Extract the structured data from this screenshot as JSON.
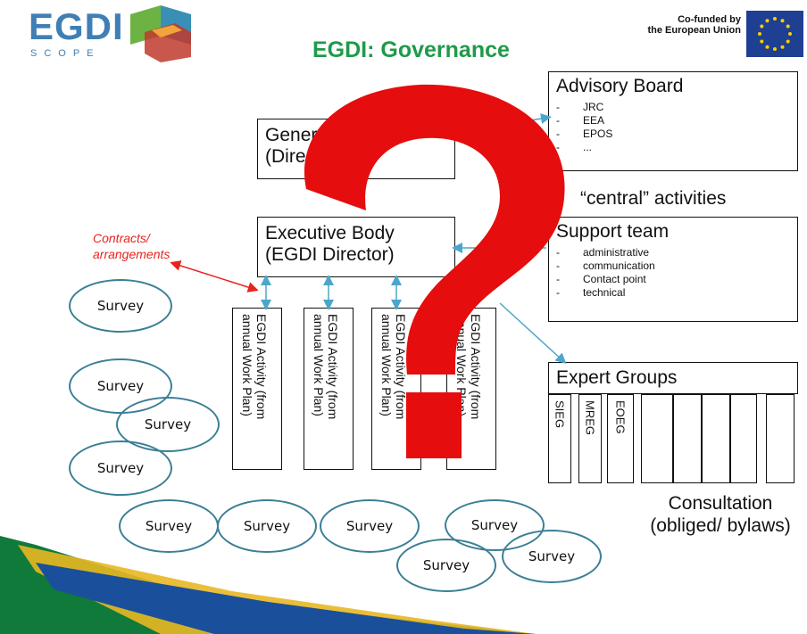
{
  "header": {
    "logo_text": "EGDI",
    "logo_subtext": "SCOPE",
    "title": "EGDI: Governance",
    "eu_text_line1": "Co-funded by",
    "eu_text_line2": "the European Union",
    "eu_flag_icon": "eu-flag-icon"
  },
  "advisory_board": {
    "title": "Advisory Board",
    "items": [
      "JRC",
      "EEA",
      "EPOS",
      "..."
    ]
  },
  "general_assembly": {
    "line1": "General",
    "line2": "(Direc"
  },
  "central_activities": "“central” activities",
  "executive_body": {
    "line1": "Executive Body",
    "line2": "(EGDI Director)"
  },
  "support_team": {
    "title": "Support team",
    "items": [
      "administrative",
      "communication",
      "Contact point",
      "technical"
    ]
  },
  "contracts_label": {
    "line1": "Contracts/",
    "line2": "arrangements"
  },
  "activities": [
    {
      "line1": "EGDI Activity (from",
      "line2": "annual Work Plan)"
    },
    {
      "line1": "EGDI Activity (from",
      "line2": "annual Work Plan)"
    },
    {
      "line1": "EGDI Activity (from",
      "line2": "annual Work Plan)"
    },
    {
      "line1": "EGDI Activity (from",
      "line2": "annual Work Plan)"
    }
  ],
  "expert_groups": {
    "title": "Expert Groups",
    "groups": [
      "SIEG",
      "MREG",
      "EOEG",
      "",
      "",
      "",
      "",
      ""
    ]
  },
  "consultation": {
    "line1": "Consultation",
    "line2": "(obliged/ bylaws)"
  },
  "surveys": [
    "Survey",
    "Survey",
    "Survey",
    "Survey",
    "Survey",
    "Survey",
    "Survey",
    "Survey",
    "Survey",
    "Survey"
  ],
  "colors": {
    "title_green": "#1f9a4a",
    "arrow_blue": "#4aa7c9",
    "red": "#e8231e",
    "survey_border": "#3b7f96"
  }
}
